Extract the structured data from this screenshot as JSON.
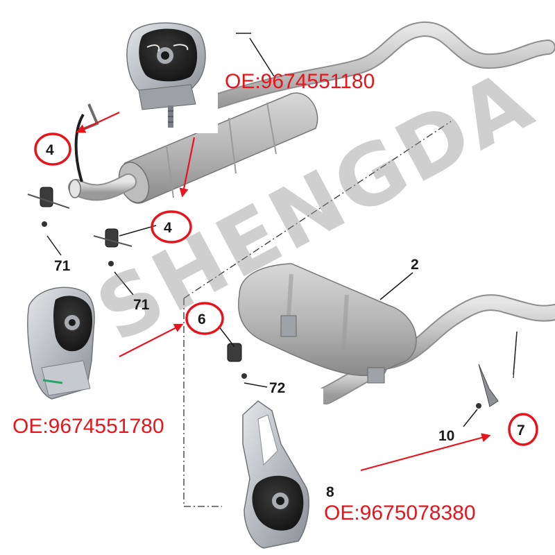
{
  "watermark": "SHENGDA",
  "part_numbers": {
    "top": "OE:9674551180",
    "left": "OE:9674551780",
    "bottom": "OE:9675078380"
  },
  "callouts": {
    "c4_upper": "4",
    "c4_lower": "4",
    "c6": "6",
    "c7": "7"
  },
  "labels": {
    "l71_a": "71",
    "l71_b": "71",
    "l2": "2",
    "l10": "10",
    "l72": "72",
    "l8": "8"
  },
  "colors": {
    "highlight_red": "#e8141c",
    "pipe_grey": "#c9c9c9",
    "rubber_black": "#1f1f1f",
    "bracket_silver": "#b9bcc0"
  }
}
